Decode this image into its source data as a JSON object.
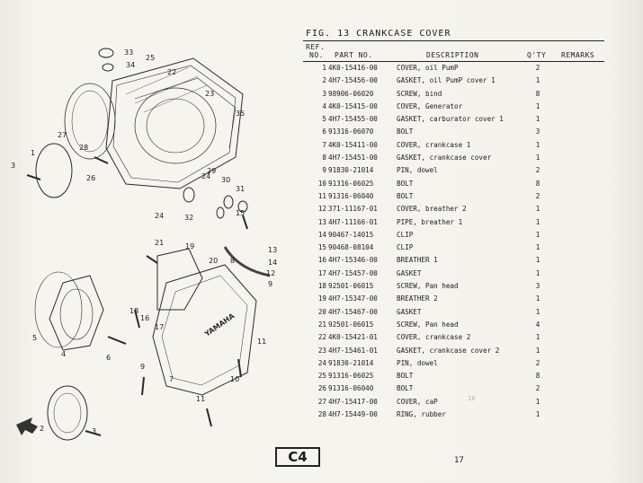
{
  "figure": {
    "title": "FIG. 13  CRANKCASE COVER"
  },
  "headers": {
    "ref_line1": "REF.",
    "ref_line2": "NO.",
    "part_no": "PART NO.",
    "description": "DESCRIPTION",
    "qty": "Q'TY",
    "remarks": "REMARKS"
  },
  "rows": [
    {
      "ref": "1",
      "part": "4K0-15416-00",
      "desc": "COVER, oil PumP",
      "qty": "2"
    },
    {
      "ref": "2",
      "part": "4H7-15456-00",
      "desc": "GASKET, oil PumP cover 1",
      "qty": "1"
    },
    {
      "ref": "3",
      "part": "98906-06020",
      "desc": "SCREW, bind",
      "qty": "8"
    },
    {
      "ref": "4",
      "part": "4K0-15415-00",
      "desc": "COVER, Generator",
      "qty": "1"
    },
    {
      "ref": "5",
      "part": "4H7-15455-00",
      "desc": "GASKET, carburator cover 1",
      "qty": "1"
    },
    {
      "ref": "6",
      "part": "91316-06070",
      "desc": "BOLT",
      "qty": "3"
    },
    {
      "ref": "7",
      "part": "4K0-15411-00",
      "desc": "COVER, crankcase 1",
      "qty": "1"
    },
    {
      "ref": "8",
      "part": "4H7-15451-00",
      "desc": "GASKET, crankcase cover",
      "qty": "1"
    },
    {
      "ref": "9",
      "part": "91830-21014",
      "desc": "PIN, dowel",
      "qty": "2"
    },
    {
      "ref": "10",
      "part": "91316-06025",
      "desc": "BOLT",
      "qty": "8"
    },
    {
      "ref": "11",
      "part": "91316-06040",
      "desc": "BOLT",
      "qty": "2"
    },
    {
      "ref": "12",
      "part": "371-11167-01",
      "desc": "COVER, breather 2",
      "qty": "1"
    },
    {
      "ref": "13",
      "part": "4H7-11166-01",
      "desc": "PIPE, breather 1",
      "qty": "1"
    },
    {
      "ref": "14",
      "part": "90467-14015",
      "desc": "CLIP",
      "qty": "1"
    },
    {
      "ref": "15",
      "part": "90468-08104",
      "desc": "CLIP",
      "qty": "1"
    },
    {
      "ref": "16",
      "part": "4H7-15346-00",
      "desc": "BREATHER 1",
      "qty": "1"
    },
    {
      "ref": "17",
      "part": "4H7-15457-00",
      "desc": "GASKET",
      "qty": "1"
    },
    {
      "ref": "18",
      "part": "92501-06015",
      "desc": "SCREW, Pan head",
      "qty": "3"
    },
    {
      "ref": "19",
      "part": "4H7-15347-00",
      "desc": "BREATHER 2",
      "qty": "1"
    },
    {
      "ref": "20",
      "part": "4H7-15467-00",
      "desc": "GASKET",
      "qty": "1"
    },
    {
      "ref": "21",
      "part": "92501-06015",
      "desc": "SCREW, Pan head",
      "qty": "4"
    },
    {
      "ref": "22",
      "part": "4K0-15421-01",
      "desc": "COVER, crankcase 2",
      "qty": "1"
    },
    {
      "ref": "23",
      "part": "4H7-15461-01",
      "desc": "GASKET, crankcase cover 2",
      "qty": "1"
    },
    {
      "ref": "24",
      "part": "91830-21014",
      "desc": "PIN, dowel",
      "qty": "2"
    },
    {
      "ref": "25",
      "part": "91316-06025",
      "desc": "BOLT",
      "qty": "8"
    },
    {
      "ref": "26",
      "part": "91316-06040",
      "desc": "BOLT",
      "qty": "2"
    },
    {
      "ref": "27",
      "part": "4H7-15417-00",
      "desc": "COVER, caP",
      "qty": "1"
    },
    {
      "ref": "28",
      "part": "4H7-15449-00",
      "desc": "RING, rubber",
      "qty": "1"
    }
  ],
  "callouts": [
    "1",
    "2",
    "3",
    "4",
    "5",
    "6",
    "7",
    "8",
    "9",
    "10",
    "11",
    "12",
    "13",
    "14",
    "15",
    "16",
    "17",
    "18",
    "19",
    "20",
    "21",
    "22",
    "23",
    "24",
    "25",
    "26",
    "27",
    "28",
    "29",
    "30",
    "31",
    "32",
    "33",
    "34",
    "35"
  ],
  "footer": {
    "badge": "C4",
    "page_number": "17",
    "ghost_page": "18"
  }
}
